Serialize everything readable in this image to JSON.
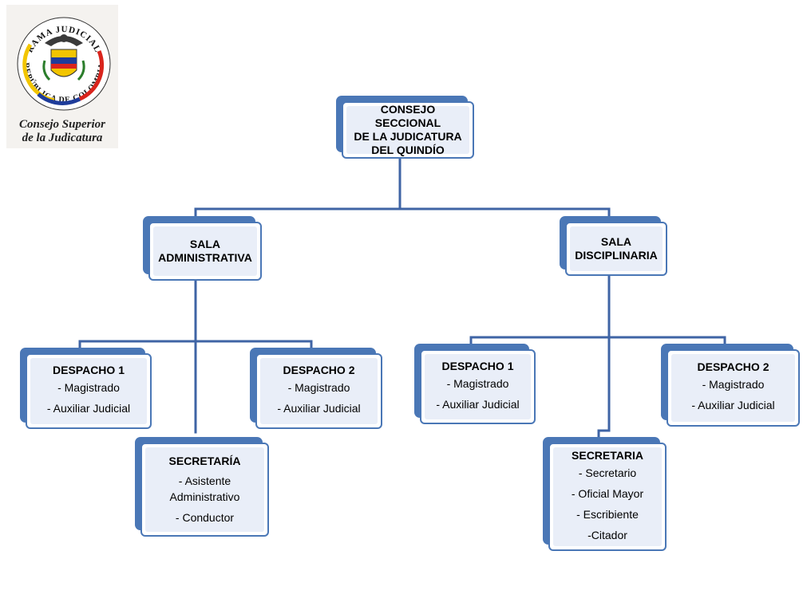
{
  "logo": {
    "ring_top": "RAMA JUDICIAL",
    "ring_bottom": "REPÚBLICA DE COLOMBIA",
    "caption_line1": "Consejo Superior",
    "caption_line2": "de la Judicatura"
  },
  "colors": {
    "box_border": "#4a77b6",
    "box_fill": "#e9eef8",
    "connector": "#3f64a5"
  },
  "org": {
    "root": {
      "title": "CONSEJO SECCIONAL\nDE LA JUDICATURA\nDEL QUINDÍO"
    },
    "sala_administrativa": {
      "title": "SALA\nADMINISTRATIVA",
      "despacho_1": {
        "title": "DESPACHO 1",
        "items": [
          "- Magistrado",
          "- Auxiliar Judicial"
        ]
      },
      "despacho_2": {
        "title": "DESPACHO 2",
        "items": [
          "- Magistrado",
          "- Auxiliar Judicial"
        ]
      },
      "secretaria": {
        "title": "SECRETARÍA",
        "items": [
          "- Asistente\nAdministrativo",
          "- Conductor"
        ]
      }
    },
    "sala_disciplinaria": {
      "title": "SALA\nDISCIPLINARIA",
      "despacho_1": {
        "title": "DESPACHO 1",
        "items": [
          "- Magistrado",
          "- Auxiliar Judicial"
        ]
      },
      "despacho_2": {
        "title": "DESPACHO 2",
        "items": [
          "- Magistrado",
          "- Auxiliar Judicial"
        ]
      },
      "secretaria": {
        "title": "SECRETARIA",
        "items": [
          "- Secretario",
          "- Oficial Mayor",
          "- Escribiente",
          "-Citador"
        ]
      }
    }
  }
}
